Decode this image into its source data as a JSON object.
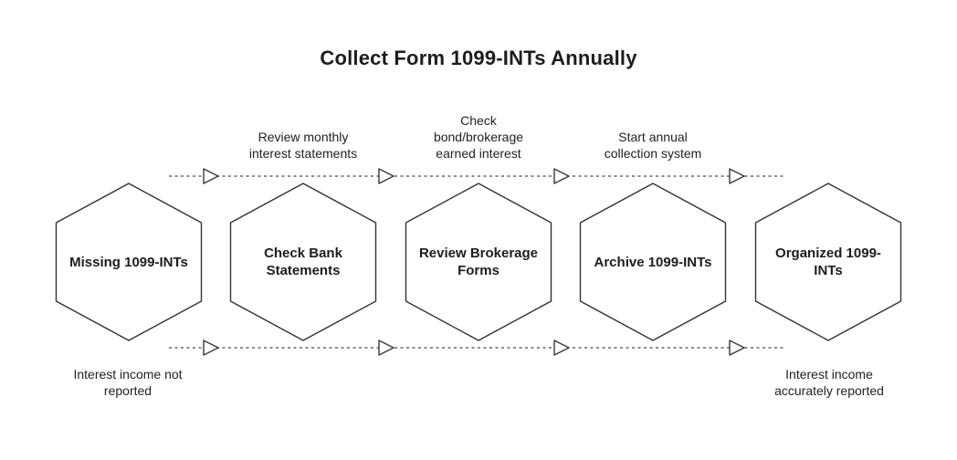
{
  "title": "Collect Form 1099-INTs Annually",
  "stages": [
    {
      "label": "Missing 1099-INTs"
    },
    {
      "label": "Check Bank\nStatements"
    },
    {
      "label": "Review Brokerage\nForms"
    },
    {
      "label": "Archive 1099-INTs"
    },
    {
      "label": "Organized 1099-\nINTs"
    }
  ],
  "transition_labels": [
    "Review monthly\ninterest statements",
    "Check\nbond/brokerage\nearned interest",
    "Start annual\ncollection system"
  ],
  "outcome_labels": {
    "start": "Interest income not\nreported",
    "end": "Interest income\naccurately reported"
  },
  "colors": {
    "background": "#ffffff",
    "shape_stroke": "#333333",
    "text": "#1d1d1d",
    "flow_line": "#8c8c8c"
  }
}
